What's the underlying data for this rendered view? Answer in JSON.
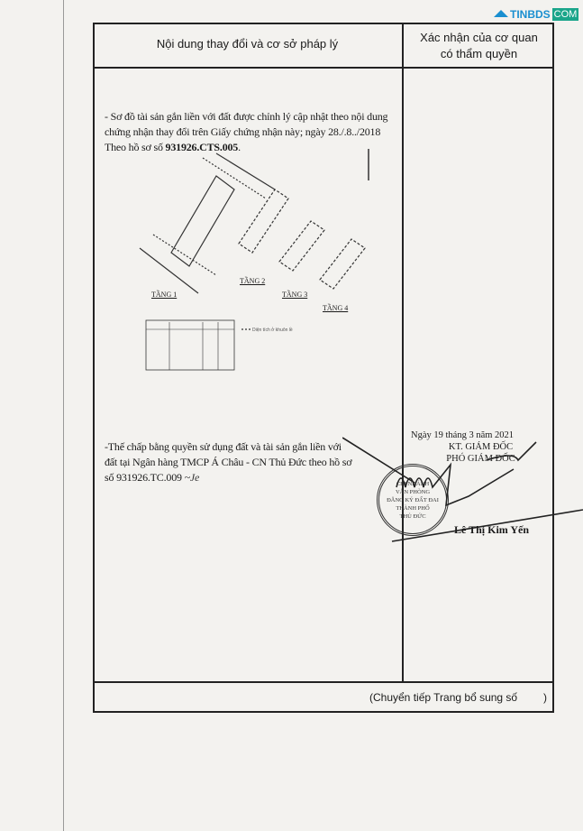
{
  "header": {
    "left_title": "Nội dung thay đổi và cơ sở pháp lý",
    "right_title_line1": "Xác nhận của cơ quan",
    "right_title_line2": "có thẩm quyền"
  },
  "entry1": {
    "line1": "- Sơ đồ tài sản gắn liền với đất được chỉnh lý cập nhật theo nội dung",
    "line2": "chứng nhận thay đổi trên Giấy chứng nhận này; ngày 28./.8../2018",
    "line3_prefix": "Theo hồ sơ số ",
    "line3_code": "931926.CTS.005",
    "line3_suffix": "."
  },
  "diagram": {
    "floors": [
      "TẦNG 1",
      "TẦNG 2",
      "TẦNG 3",
      "TẦNG 4"
    ]
  },
  "entry2": {
    "line1": "-Thế chấp bằng quyền sử dụng đất và tài sản gắn liền với",
    "line2": "đất tại Ngân hàng TMCP Á Châu - CN Thủ Đức theo hồ sơ",
    "line3": "số  931926.TC.009"
  },
  "certification": {
    "date": "Ngày 19  tháng 3  năm  2021",
    "title1": "KT. GIÁM ĐỐC",
    "title2": "PHÓ GIÁM ĐỐC",
    "signer": "Lê Thị Kim Yến",
    "stamp_lines": [
      "CHI NHÁNH",
      "VĂN PHÒNG",
      "ĐĂNG KÝ ĐẤT ĐAI",
      "THÀNH PHỐ",
      "THỦ ĐỨC"
    ]
  },
  "footer": {
    "continuation": "(Chuyển tiếp Trang bổ sung số",
    "close": ")"
  },
  "logo": {
    "line1": "TINBDS",
    "line2": "COM"
  }
}
